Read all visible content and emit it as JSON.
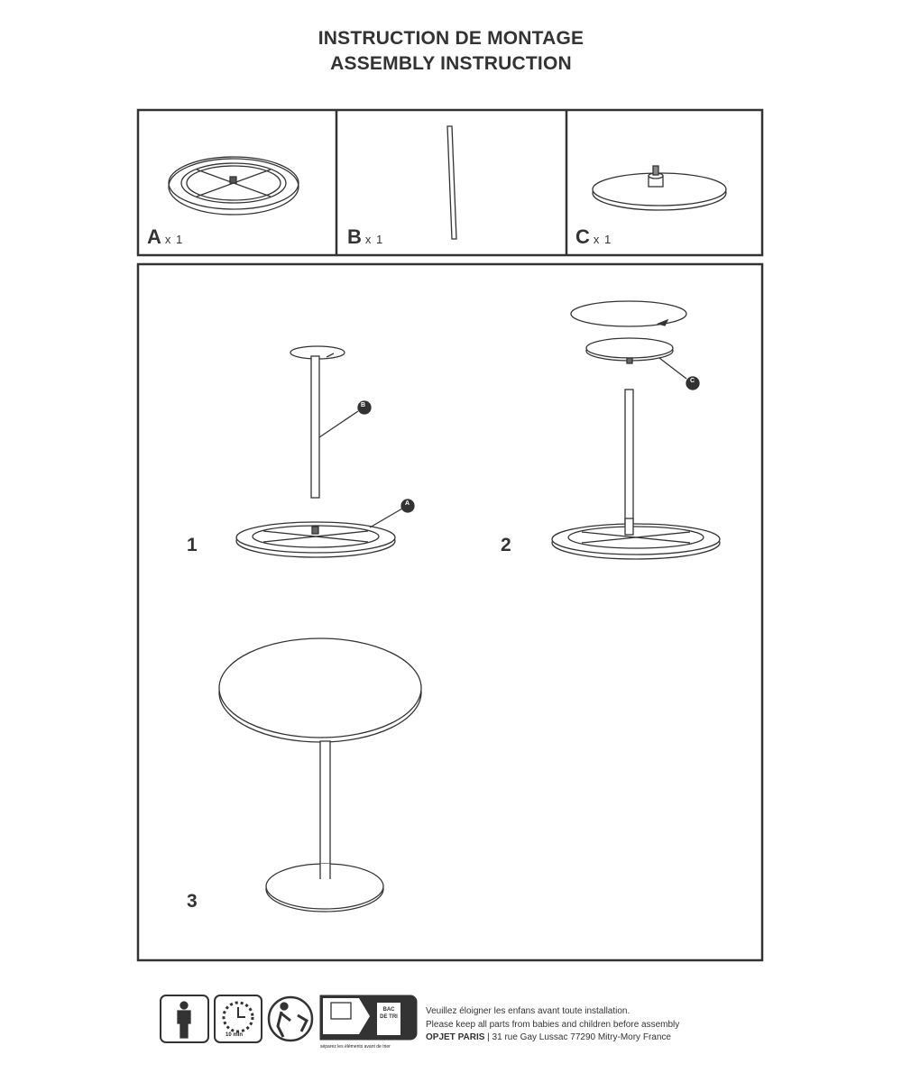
{
  "header": {
    "title_fr": "INSTRUCTION DE MONTAGE",
    "title_en": "ASSEMBLY INSTRUCTION"
  },
  "parts": [
    {
      "letter": "A",
      "qty": "x 1"
    },
    {
      "letter": "B",
      "qty": "x 1"
    },
    {
      "letter": "C",
      "qty": "x 1"
    }
  ],
  "steps": [
    {
      "number": "1",
      "callouts": [
        "B",
        "A"
      ]
    },
    {
      "number": "2",
      "callouts": [
        "C"
      ]
    },
    {
      "number": "3"
    }
  ],
  "footer": {
    "time_label": "10 min",
    "notice_label": "notice",
    "bin_label": "BAC DE TRI",
    "sort_caption": "séparez les éléments avant de trier",
    "warning_fr": "Veuillez éloigner les enfans avant toute installation.",
    "warning_en": "Please keep all parts from babies and children before assembly",
    "brand": "OPJET PARIS",
    "address": " | 31 rue Gay Lussac 77290 Mitry-Mory France"
  }
}
